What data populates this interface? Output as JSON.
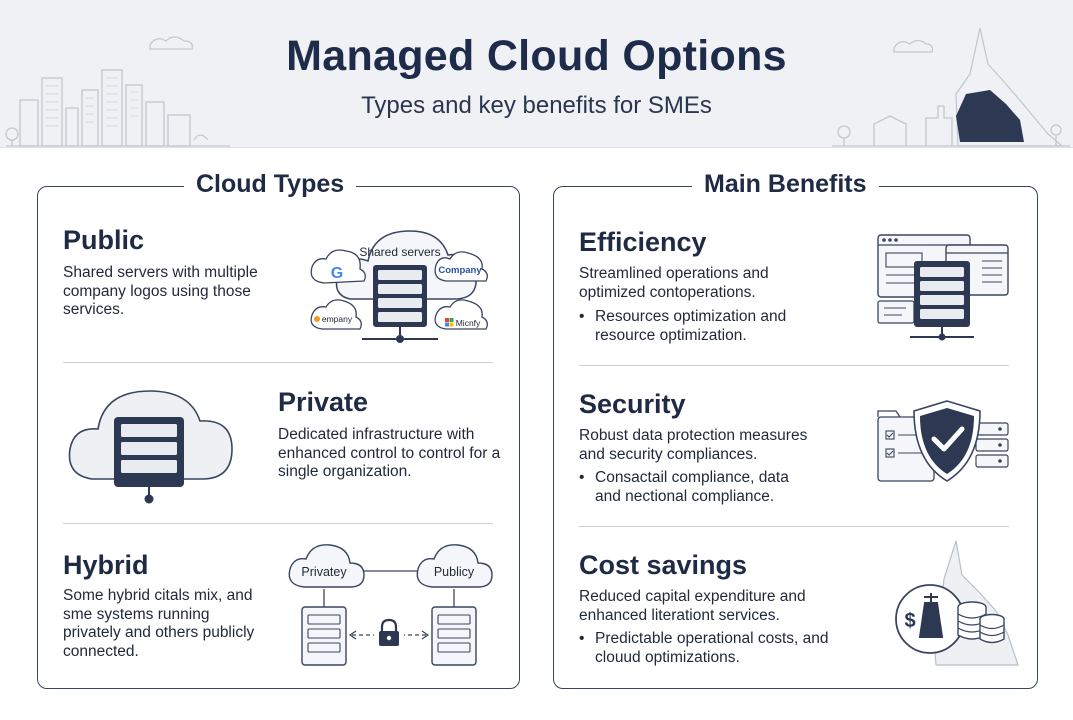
{
  "header": {
    "title": "Managed Cloud Options",
    "subtitle": "Types and key benefits for SMEs"
  },
  "cloud_types": {
    "heading": "Cloud Types",
    "items": [
      {
        "title": "Public",
        "description": "Shared servers with multiple company logos using those services.",
        "illustration": {
          "main_label": "Shared servers",
          "logo_labels": [
            "G",
            "Company",
            "empany",
            "Micnfy"
          ]
        }
      },
      {
        "title": "Private",
        "description": "Dedicated infrastructure with enhanced control to control for a single organization."
      },
      {
        "title": "Hybrid",
        "description": "Some hybrid citals mix, and sme systems running privately and others publicly connected.",
        "illustration": {
          "left_cloud_label": "Privatey",
          "right_cloud_label": "Publicy"
        }
      }
    ]
  },
  "main_benefits": {
    "heading": "Main Benefits",
    "items": [
      {
        "title": "Efficiency",
        "description": "Streamlined operations and optimized contoperations.",
        "bullet": "Resources optimization and resource optimization."
      },
      {
        "title": "Security",
        "description": "Robust data protection measures and security compliances.",
        "bullet": "Consactail compliance, data and nectional compliance."
      },
      {
        "title": "Cost savings",
        "description": "Reduced capital expenditure and enhanced literationt services.",
        "bullet": "Predictable operational costs, and clouud optimizations.",
        "illustration": {
          "currency_symbol": "$"
        }
      }
    ]
  },
  "colors": {
    "navy": "#2d3853",
    "ink": "#1f2a44",
    "panel_border": "#3a4560",
    "header_band": "#eff1f4",
    "google_red": "#ea4335",
    "google_blue": "#4285f4",
    "google_yellow": "#fbbc05",
    "google_green": "#34a853",
    "accent_orange": "#f29a1f"
  },
  "bullet_symbol": "•"
}
